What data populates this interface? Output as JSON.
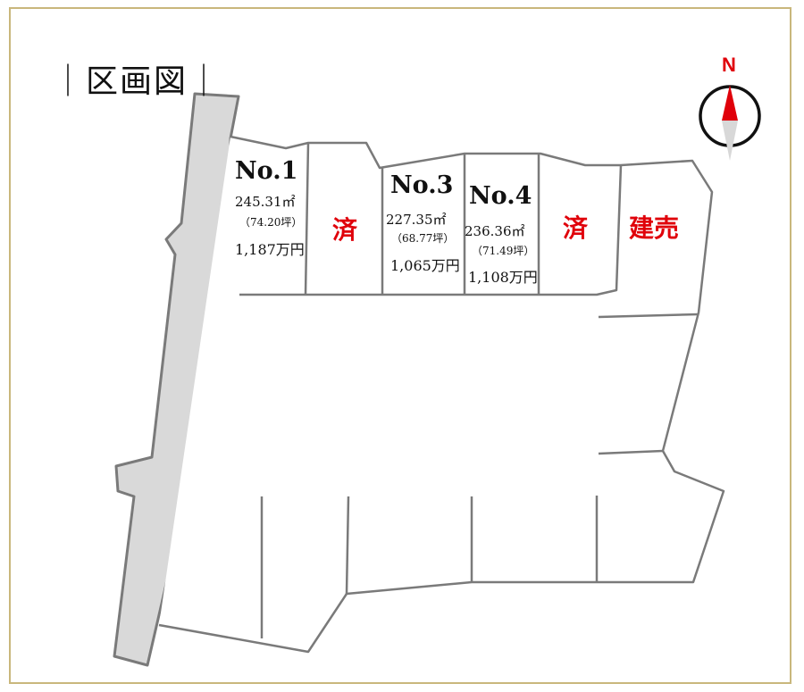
{
  "title": "｜区画図｜",
  "compass": {
    "label": "N",
    "color": "#e0000a"
  },
  "lots": [
    {
      "no": "No.1",
      "area": "245.31㎡",
      "tsubo": "（74.20坪）",
      "price": "1,187万円"
    },
    {
      "status": "済"
    },
    {
      "no": "No.3",
      "area": "227.35㎡",
      "tsubo": "（68.77坪）",
      "price": "1,065万円"
    },
    {
      "no": "No.4",
      "area": "236.36㎡",
      "tsubo": "（71.49坪）",
      "price": "1,108万円"
    },
    {
      "status": "済"
    },
    {
      "status": "建売"
    }
  ],
  "colors": {
    "road": "#d9d9d9",
    "line": "#7a7a7a",
    "frame": "#c9b77c",
    "sold": "#e0000a"
  }
}
